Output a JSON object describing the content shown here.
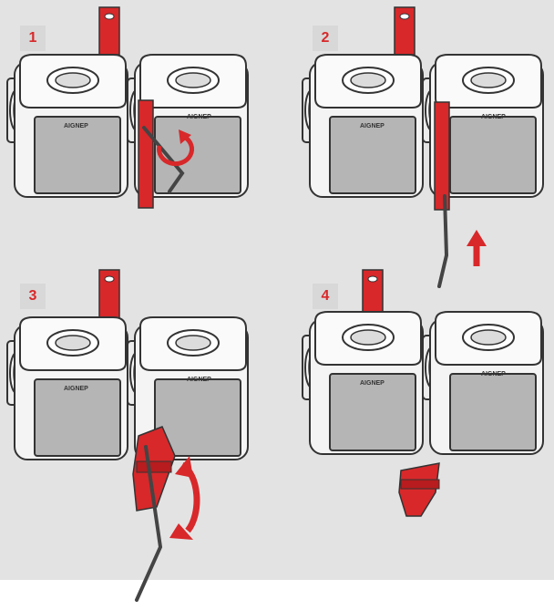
{
  "steps": [
    {
      "number": "1"
    },
    {
      "number": "2"
    },
    {
      "number": "3"
    },
    {
      "number": "4"
    }
  ],
  "brand_label": "AIGNEP",
  "colors": {
    "background": "#e3e3e3",
    "badge": "#d8d8d8",
    "accent_red": "#d8282a",
    "outline": "#333333",
    "block_face": "#f4f4f4",
    "label_panel": "#b5b5b5"
  },
  "icons": [
    "rotate-arrow-icon",
    "up-arrow-icon",
    "rotate-arrow-icon",
    "hex-key-icon",
    "bracket-clip-icon"
  ]
}
